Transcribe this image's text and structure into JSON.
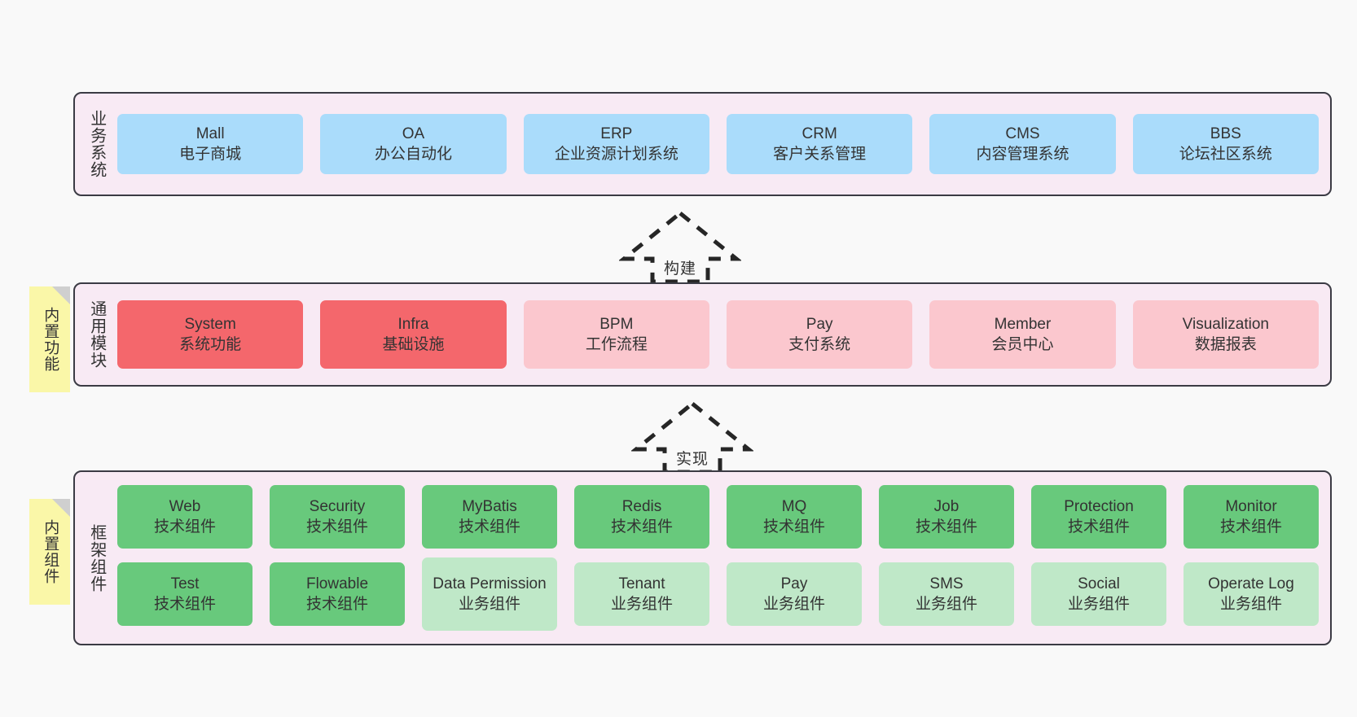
{
  "diagram": {
    "background": "#f9f9f9",
    "colors": {
      "layer_band": "#f8eaf4",
      "layer_border": "#3b3b44",
      "business": "#aadcfb",
      "module_strong": "#f4676c",
      "module_soft": "#fbc7ce",
      "component_tech": "#68c97c",
      "component_biz": "#bfe8c8",
      "sticky": "#faf7a8",
      "text": "#333333"
    }
  },
  "layers": [
    {
      "id": "business-system",
      "title": "业务系统",
      "rows": [
        {
          "nodes": [
            {
              "en": "Mall",
              "cn": "电子商城",
              "color": "blue"
            },
            {
              "en": "OA",
              "cn": "办公自动化",
              "color": "blue"
            },
            {
              "en": "ERP",
              "cn": "企业资源计划系统",
              "color": "blue"
            },
            {
              "en": "CRM",
              "cn": "客户关系管理",
              "color": "blue"
            },
            {
              "en": "CMS",
              "cn": "内容管理系统",
              "color": "blue"
            },
            {
              "en": "BBS",
              "cn": "论坛社区系统",
              "color": "blue"
            }
          ]
        }
      ]
    },
    {
      "id": "common-module",
      "title": "通用模块",
      "sticky": "内置功能",
      "rows": [
        {
          "nodes": [
            {
              "en": "System",
              "cn": "系统功能",
              "color": "red"
            },
            {
              "en": "Infra",
              "cn": "基础设施",
              "color": "red"
            },
            {
              "en": "BPM",
              "cn": "工作流程",
              "color": "pink"
            },
            {
              "en": "Pay",
              "cn": "支付系统",
              "color": "pink"
            },
            {
              "en": "Member",
              "cn": "会员中心",
              "color": "pink"
            },
            {
              "en": "Visualization",
              "cn": "数据报表",
              "color": "pink"
            }
          ]
        }
      ]
    },
    {
      "id": "framework-component",
      "title": "框架组件",
      "sticky": "内置组件",
      "rows": [
        {
          "nodes": [
            {
              "en": "Web",
              "cn": "技术组件",
              "color": "green"
            },
            {
              "en": "Security",
              "cn": "技术组件",
              "color": "green"
            },
            {
              "en": "MyBatis",
              "cn": "技术组件",
              "color": "green"
            },
            {
              "en": "Redis",
              "cn": "技术组件",
              "color": "green"
            },
            {
              "en": "MQ",
              "cn": "技术组件",
              "color": "green"
            },
            {
              "en": "Job",
              "cn": "技术组件",
              "color": "green"
            },
            {
              "en": "Protection",
              "cn": "技术组件",
              "color": "green"
            },
            {
              "en": "Monitor",
              "cn": "技术组件",
              "color": "green"
            }
          ]
        },
        {
          "nodes": [
            {
              "en": "Test",
              "cn": "技术组件",
              "color": "green"
            },
            {
              "en": "Flowable",
              "cn": "技术组件",
              "color": "green"
            },
            {
              "en": "Data Permission",
              "cn": "业务组件",
              "color": "lightgreen",
              "wrap": true
            },
            {
              "en": "Tenant",
              "cn": "业务组件",
              "color": "lightgreen"
            },
            {
              "en": "Pay",
              "cn": "业务组件",
              "color": "lightgreen"
            },
            {
              "en": "SMS",
              "cn": "业务组件",
              "color": "lightgreen"
            },
            {
              "en": "Social",
              "cn": "业务组件",
              "color": "lightgreen"
            },
            {
              "en": "Operate Log",
              "cn": "业务组件",
              "color": "lightgreen"
            }
          ]
        }
      ]
    }
  ],
  "arrows": [
    {
      "id": "build-arrow",
      "label": "构建"
    },
    {
      "id": "implement-arrow",
      "label": "实现"
    }
  ]
}
